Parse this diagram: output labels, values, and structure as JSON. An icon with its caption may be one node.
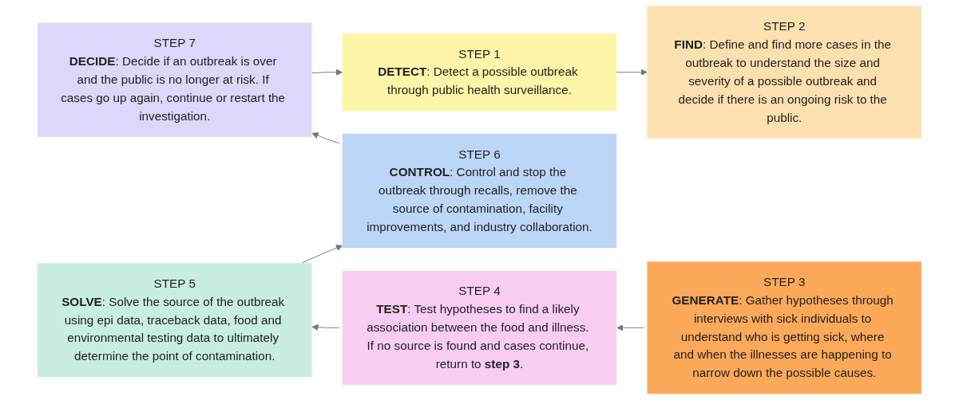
{
  "diagram": {
    "nodes": [
      {
        "text": [
          "STEP 1",
          "**DETECT**: Detect a possible outbreak through public health surveillance."
        ]
      },
      {
        "text": [
          "STEP 2",
          "**FIND**: Define and find more cases in the outbreak to understand the size and severity of a possible outbreak and decide if there is an ongoing risk to the public."
        ]
      },
      {
        "text": [
          "STEP 3",
          "**GENERATE**: Gather hypotheses through interviews with sick individuals to understand who is getting sick, where and when the illnesses are happening to narrow down the possible causes."
        ]
      },
      {
        "text": [
          "STEP 4",
          "**TEST**: Test hypotheses to find a likely association between the food and illness. If no source is found and cases continue, return to **step 3**."
        ]
      },
      {
        "text": [
          "STEP 5",
          "**SOLVE**: Solve the source of the outbreak using epi data, traceback data, food and environmental testing data to ultimately determine the point of contamination."
        ]
      },
      {
        "text": [
          "STEP 6",
          "**CONTROL**: Control and stop the outbreak through recalls, remove the source of contamination, facility improvements, and industry collaboration."
        ]
      },
      {
        "text": [
          "STEP 7",
          "**DECIDE**: Decide if an outbreak is over and the public is no longer at risk. If cases go up again, continue or restart the investigation."
        ]
      }
    ],
    "edges": [
      {
        "from": 6,
        "to": 0,
        "arrow": "to"
      },
      {
        "from": 0,
        "to": 1,
        "arrow": "to"
      },
      {
        "from": 2,
        "to": 3,
        "arrow": "to"
      },
      {
        "from": 3,
        "to": 4,
        "arrow": "to"
      },
      {
        "from": 4,
        "to": 5,
        "arrow": "to"
      },
      {
        "from": 5,
        "to": 6,
        "arrow": "to"
      }
    ]
  }
}
